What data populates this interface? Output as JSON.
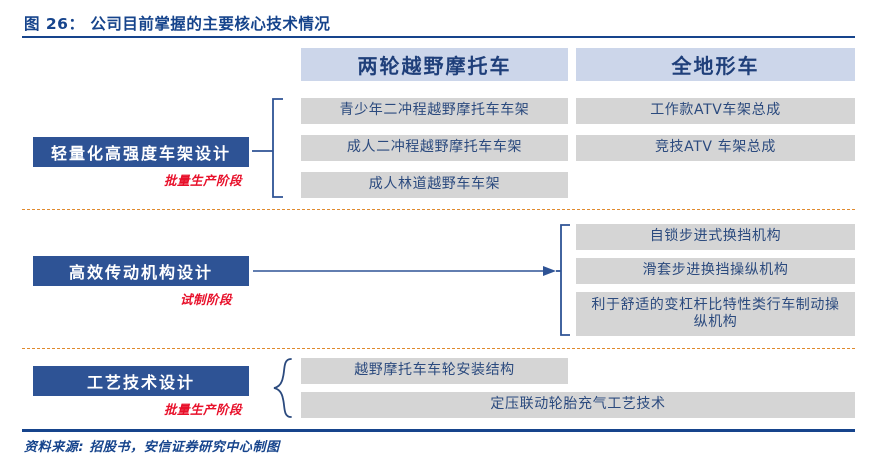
{
  "figure": {
    "title": "图 26： 公司目前掌握的主要核心技术情况",
    "source": "资料来源: 招股书，安信证券研究中心制图"
  },
  "colors": {
    "brand_navy": "#16448c",
    "label_box": "#2e5395",
    "header_bar": "#ccd6ea",
    "item_box": "#d5d5d5",
    "stage_red": "#e8102a",
    "divider_orange": "#e08a2e",
    "item_text": "#2b4a7e"
  },
  "columns": [
    {
      "id": "two-wheel",
      "label": "两轮越野摩托车"
    },
    {
      "id": "atv",
      "label": "全地形车"
    }
  ],
  "sections": [
    {
      "id": "frame-design",
      "label": "轻量化高强度车架设计",
      "stage": "批量生产阶段",
      "connector": "bracket",
      "items_col_a": [
        "青少年二冲程越野摩托车车架",
        "成人二冲程越野摩托车车架",
        "成人林道越野车车架"
      ],
      "items_col_b": [
        "工作款ATV车架总成",
        "竞技ATV 车架总成"
      ]
    },
    {
      "id": "transmission-design",
      "label": "高效传动机构设计",
      "stage": "试制阶段",
      "connector": "arrow",
      "items_col_a": [],
      "items_col_b": [
        "自锁步进式换挡机构",
        "滑套步进换挡操纵机构",
        "利于舒适的变杠杆比特性类行车制动操纵机构"
      ]
    },
    {
      "id": "process-tech-design",
      "label": "工艺技术设计",
      "stage": "批量生产阶段",
      "connector": "curly-brace",
      "items_span": [
        {
          "text": "越野摩托车车轮安装结构",
          "span": "col-a"
        },
        {
          "text": "定压联动轮胎充气工艺技术",
          "span": "both"
        }
      ]
    }
  ]
}
